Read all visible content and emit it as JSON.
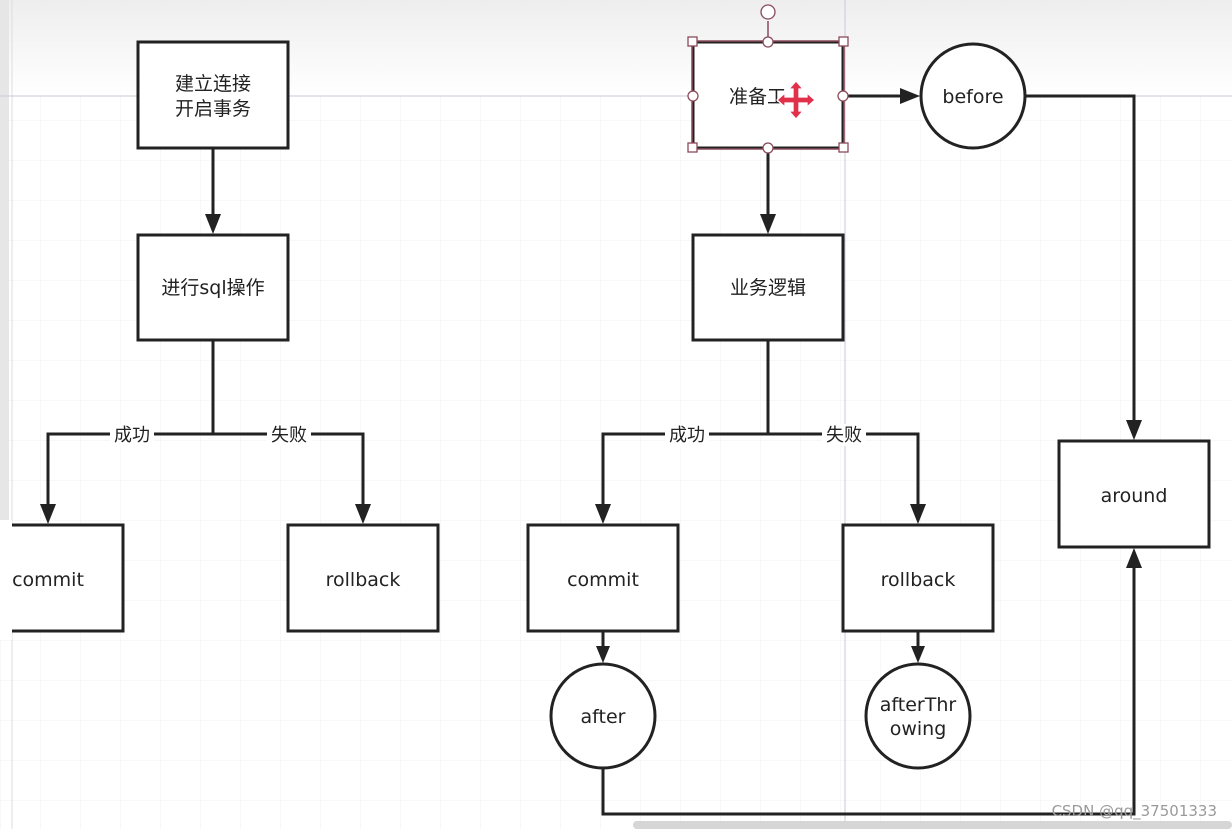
{
  "colors": {
    "ink": "#222222",
    "selection": "#8a4a5a",
    "grid": "#f1f1f1",
    "guide": "#c9c9d6",
    "move_cursor": "#e0304a"
  },
  "left_flow": {
    "start": [
      "建立连接",
      "开启事务"
    ],
    "op": "进行sql操作",
    "success_label": "成功",
    "fail_label": "失败",
    "commit": "commit",
    "rollback": "rollback"
  },
  "right_flow": {
    "prepare": "准备工",
    "logic": "业务逻辑",
    "success_label": "成功",
    "fail_label": "失败",
    "commit": "commit",
    "rollback": "rollback",
    "before": "before",
    "after": "after",
    "after_throwing": [
      "afterThr",
      "owing"
    ],
    "around": "around"
  },
  "icons": {
    "cursor": "move-cursor-icon",
    "rotate": "rotate-handle-icon"
  },
  "watermark": "CSDN @qq_37501333"
}
